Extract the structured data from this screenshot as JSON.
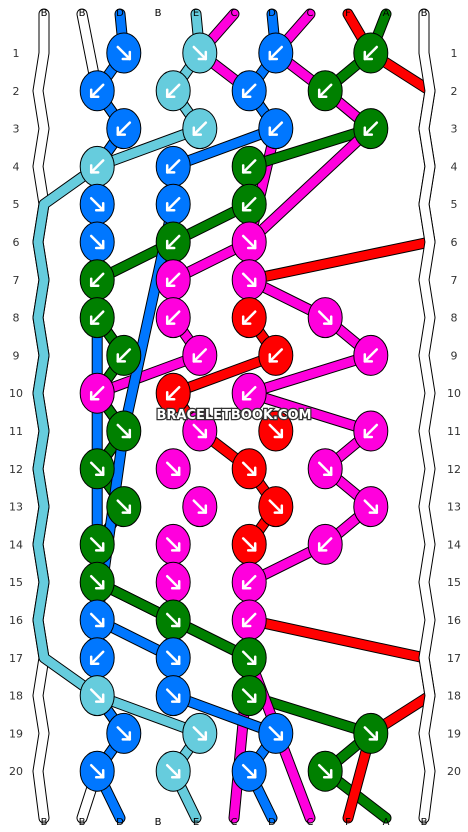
{
  "top_labels": [
    "B",
    "B",
    "D",
    "B",
    "E",
    "C",
    "D",
    "C",
    "F",
    "A",
    "B"
  ],
  "bottom_labels": [
    "B",
    "B",
    "D",
    "B",
    "E",
    "C",
    "D",
    "C",
    "F",
    "A",
    "B"
  ],
  "row_numbers": [
    "1",
    "2",
    "3",
    "4",
    "5",
    "6",
    "7",
    "8",
    "9",
    "10",
    "11",
    "12",
    "13",
    "14",
    "15",
    "16",
    "17",
    "18",
    "19",
    "20"
  ],
  "watermark": "BRACELETBOOK.COM",
  "colors": {
    "A": "#008000",
    "B": "#ffffff",
    "C": "#ff00dd",
    "D": "#0077ff",
    "E": "#66ccdd",
    "F": "#ff0000",
    "outline": "#000000",
    "arrow": "#ffffff"
  },
  "knots": [
    [
      {
        "c": "D",
        "d": "se"
      },
      {
        "c": "E",
        "d": "se"
      },
      {
        "c": "D",
        "d": "sw"
      },
      {
        "c": "A",
        "d": "sw"
      }
    ],
    [
      {
        "c": "D",
        "d": "sw"
      },
      {
        "c": "E",
        "d": "sw"
      },
      {
        "c": "D",
        "d": "sw"
      },
      {
        "c": "A",
        "d": "sw"
      }
    ],
    [
      {
        "c": "D",
        "d": "sw"
      },
      {
        "c": "E",
        "d": "sw"
      },
      {
        "c": "D",
        "d": "sw"
      },
      {
        "c": "A",
        "d": "sw"
      }
    ],
    [
      {
        "c": "E",
        "d": "sw"
      },
      {
        "c": "D",
        "d": "sw"
      },
      {
        "c": "A",
        "d": "sw"
      }
    ],
    [
      {
        "c": "D",
        "d": "se"
      },
      {
        "c": "D",
        "d": "sw"
      },
      {
        "c": "A",
        "d": "sw"
      }
    ],
    [
      {
        "c": "D",
        "d": "se"
      },
      {
        "c": "A",
        "d": "sw"
      },
      {
        "c": "C",
        "d": "se"
      }
    ],
    [
      {
        "c": "A",
        "d": "sw"
      },
      {
        "c": "C",
        "d": "sw"
      },
      {
        "c": "C",
        "d": "se"
      }
    ],
    [
      {
        "c": "A",
        "d": "sw"
      },
      {
        "c": "C",
        "d": "sw"
      },
      {
        "c": "F",
        "d": "sw"
      },
      {
        "c": "C",
        "d": "se"
      }
    ],
    [
      {
        "c": "A",
        "d": "sw"
      },
      {
        "c": "C",
        "d": "sw"
      },
      {
        "c": "F",
        "d": "sw"
      },
      {
        "c": "C",
        "d": "sw"
      }
    ],
    [
      {
        "c": "C",
        "d": "sw"
      },
      {
        "c": "F",
        "d": "sw"
      },
      {
        "c": "C",
        "d": "sw"
      }
    ],
    [
      {
        "c": "A",
        "d": "se"
      },
      {
        "c": "C",
        "d": "se"
      },
      {
        "c": "F",
        "d": "se"
      },
      {
        "c": "C",
        "d": "sw"
      }
    ],
    [
      {
        "c": "A",
        "d": "se"
      },
      {
        "c": "C",
        "d": "se"
      },
      {
        "c": "F",
        "d": "se"
      },
      {
        "c": "C",
        "d": "se"
      }
    ],
    [
      {
        "c": "A",
        "d": "se"
      },
      {
        "c": "C",
        "d": "se"
      },
      {
        "c": "F",
        "d": "se"
      },
      {
        "c": "C",
        "d": "se"
      }
    ],
    [
      {
        "c": "A",
        "d": "se"
      },
      {
        "c": "C",
        "d": "se"
      },
      {
        "c": "F",
        "d": "se"
      },
      {
        "c": "C",
        "d": "sw"
      }
    ],
    [
      {
        "c": "A",
        "d": "se"
      },
      {
        "c": "C",
        "d": "se"
      },
      {
        "c": "C",
        "d": "sw"
      }
    ],
    [
      {
        "c": "D",
        "d": "se"
      },
      {
        "c": "A",
        "d": "se"
      },
      {
        "c": "C",
        "d": "sw"
      }
    ],
    [
      {
        "c": "D",
        "d": "sw"
      },
      {
        "c": "D",
        "d": "se"
      },
      {
        "c": "A",
        "d": "se"
      }
    ],
    [
      {
        "c": "E",
        "d": "se"
      },
      {
        "c": "D",
        "d": "se"
      },
      {
        "c": "A",
        "d": "se"
      }
    ],
    [
      {
        "c": "D",
        "d": "se"
      },
      {
        "c": "E",
        "d": "se"
      },
      {
        "c": "D",
        "d": "se"
      },
      {
        "c": "A",
        "d": "se"
      }
    ],
    [
      {
        "c": "D",
        "d": "se"
      },
      {
        "c": "E",
        "d": "se"
      },
      {
        "c": "D",
        "d": "se"
      },
      {
        "c": "A",
        "d": "se"
      }
    ]
  ],
  "strands": [
    {
      "c": "B",
      "pts": [
        "top0",
        "l0",
        "l1",
        "l2",
        "l3",
        "l4",
        "l5",
        "l6",
        "l7",
        "l8",
        "l9",
        "l10",
        "l11",
        "l12",
        "l13",
        "l14",
        "l15",
        "l16",
        "l17",
        "l18",
        "l19",
        "bot0"
      ]
    },
    {
      "c": "B",
      "pts": [
        "top1",
        "k1.0",
        "k2.0",
        "k3.0",
        "k4.0",
        "k5.0",
        "k6.0",
        "k7.0",
        "k8.0",
        "k9.0",
        "k10.0",
        "k11.0",
        "k12.0",
        "k13.0",
        "k14.0",
        "k15.0",
        "k16.0",
        "k17.0",
        "k18.0",
        "k19.0",
        "bot1"
      ]
    },
    {
      "c": "D",
      "pts": [
        "top2",
        "k0.0",
        "k1.0",
        "k2.0",
        "k3.0",
        "k4.0",
        "k5.0",
        "k6.0",
        "k15.0",
        "k16.0",
        "k17.0",
        "k18.0",
        "k19.0",
        "bot2"
      ]
    },
    {
      "c": "E",
      "pts": [
        "top4",
        "k0.1",
        "k1.1",
        "k2.1",
        "k3.0",
        "l4",
        "l5",
        "l6",
        "l7",
        "l8",
        "l9",
        "l10",
        "l11",
        "l12",
        "l13",
        "l14",
        "l15",
        "l16",
        "k17.0",
        "k18.1",
        "k19.1",
        "bot4"
      ]
    },
    {
      "c": "C",
      "pts": [
        "top5",
        "k0.1",
        "k1.2",
        "k2.2",
        "k5.2",
        "k6.1",
        "k7.1",
        "k8.1",
        "k9.0",
        "k10.0",
        "k11.0",
        "k12.0",
        "k13.0",
        "k14.0",
        "k15.1",
        "k16.2",
        "bot5"
      ]
    },
    {
      "c": "A",
      "pts": [
        "top9",
        "k0.3",
        "k1.3",
        "k2.3",
        "k3.2",
        "k4.2",
        "k5.1",
        "k6.0",
        "k7.0",
        "k8.0",
        "k9.0",
        "k10.0",
        "k11.0",
        "k12.0",
        "k13.0",
        "k14.0",
        "k15.1",
        "k16.2",
        "k17.2",
        "k18.3",
        "k19.3",
        "bot9"
      ]
    },
    {
      "c": "F",
      "pts": [
        "top8",
        "k0.3",
        "r1",
        "r2",
        "r3",
        "r4",
        "r5",
        "k6.2",
        "k7.2",
        "k8.2",
        "k9.1",
        "k10.1",
        "k11.2",
        "k12.2",
        "k13.2",
        "k14.2",
        "k15.2",
        "r16",
        "r17",
        "k18.3",
        "bot8"
      ]
    },
    {
      "c": "D",
      "pts": [
        "top6",
        "k0.2",
        "k1.2",
        "k2.2",
        "k3.1",
        "k4.1",
        "k10.0",
        "k15.0",
        "k16.1",
        "k17.1",
        "k18.2",
        "k19.2",
        "bot6"
      ]
    },
    {
      "c": "C",
      "pts": [
        "top7",
        "k0.2",
        "k1.3",
        "k2.3",
        "k5.2",
        "k6.2",
        "k7.3",
        "k8.3",
        "k9.2",
        "k10.3",
        "k11.3",
        "k12.3",
        "k13.3",
        "k14.2",
        "k15.2",
        "k16.2",
        "bot7"
      ]
    },
    {
      "c": "B",
      "pts": [
        "top10",
        "r0",
        "r1",
        "r2",
        "r3",
        "r4",
        "r5",
        "r6",
        "r7",
        "r8",
        "r9",
        "r10",
        "r11",
        "r12",
        "r13",
        "r14",
        "r15",
        "r16",
        "r17",
        "r18",
        "r19",
        "bot10"
      ]
    }
  ]
}
